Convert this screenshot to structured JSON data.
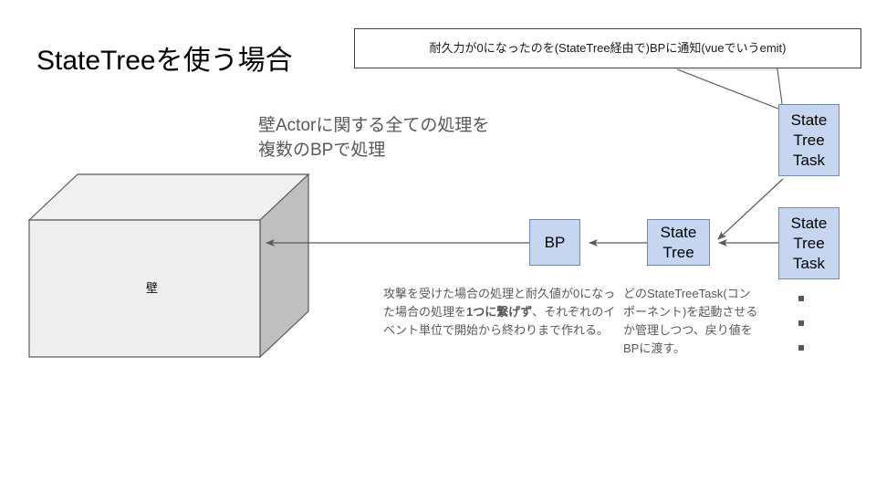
{
  "slide": {
    "title": "StateTreeを使う場合",
    "background_color": "#ffffff"
  },
  "callout": {
    "text": "耐久力が0になったのを(StateTree経由で)BPに通知(vueでいうemit)",
    "border_color": "#404040",
    "fill_color": "#ffffff",
    "tail_target": "state-tree-task-1"
  },
  "subtitle": {
    "line1": "壁Actorに関する全ての処理を",
    "line2": "複数のBPで処理",
    "color": "#595959"
  },
  "wall": {
    "label": "壁",
    "front_color": "#efefef",
    "top_color": "#f0f0f0",
    "side_color": "#bfbfbf",
    "edge_color": "#595959"
  },
  "boxes": {
    "fill_color": "#c6d6f0",
    "border_color": "#7089ad",
    "bp": {
      "label": "BP"
    },
    "state_tree": {
      "label": "State\nTree"
    },
    "state_tree_task_1": {
      "label": "State\nTree\nTask"
    },
    "state_tree_task_2": {
      "label": "State\nTree\nTask"
    }
  },
  "ellipsis": {
    "count": 3,
    "color": "#595959"
  },
  "captions": {
    "bp": {
      "part1": "攻撃を受けた場合の処理と耐久値が0になった場合の処理を",
      "bold": "1つに繋げず",
      "part2": "、それぞれのイベント単位で開始から終わりまで作れる。"
    },
    "state_tree": {
      "text": "どのStateTreeTask(コンポーネント)を起動させるか管理しつつ、戻り値をBPに渡す。"
    }
  },
  "arrows": {
    "color": "#595959",
    "items": [
      {
        "name": "arrow-bp-to-wall",
        "from": "bp",
        "to": "wall"
      },
      {
        "name": "arrow-statetree-to-bp",
        "from": "state-tree",
        "to": "bp"
      },
      {
        "name": "arrow-task2-to-statetree",
        "from": "state-tree-task-2",
        "to": "state-tree"
      },
      {
        "name": "arrow-task1-to-statetree",
        "from": "state-tree-task-1",
        "to": "state-tree"
      }
    ]
  }
}
